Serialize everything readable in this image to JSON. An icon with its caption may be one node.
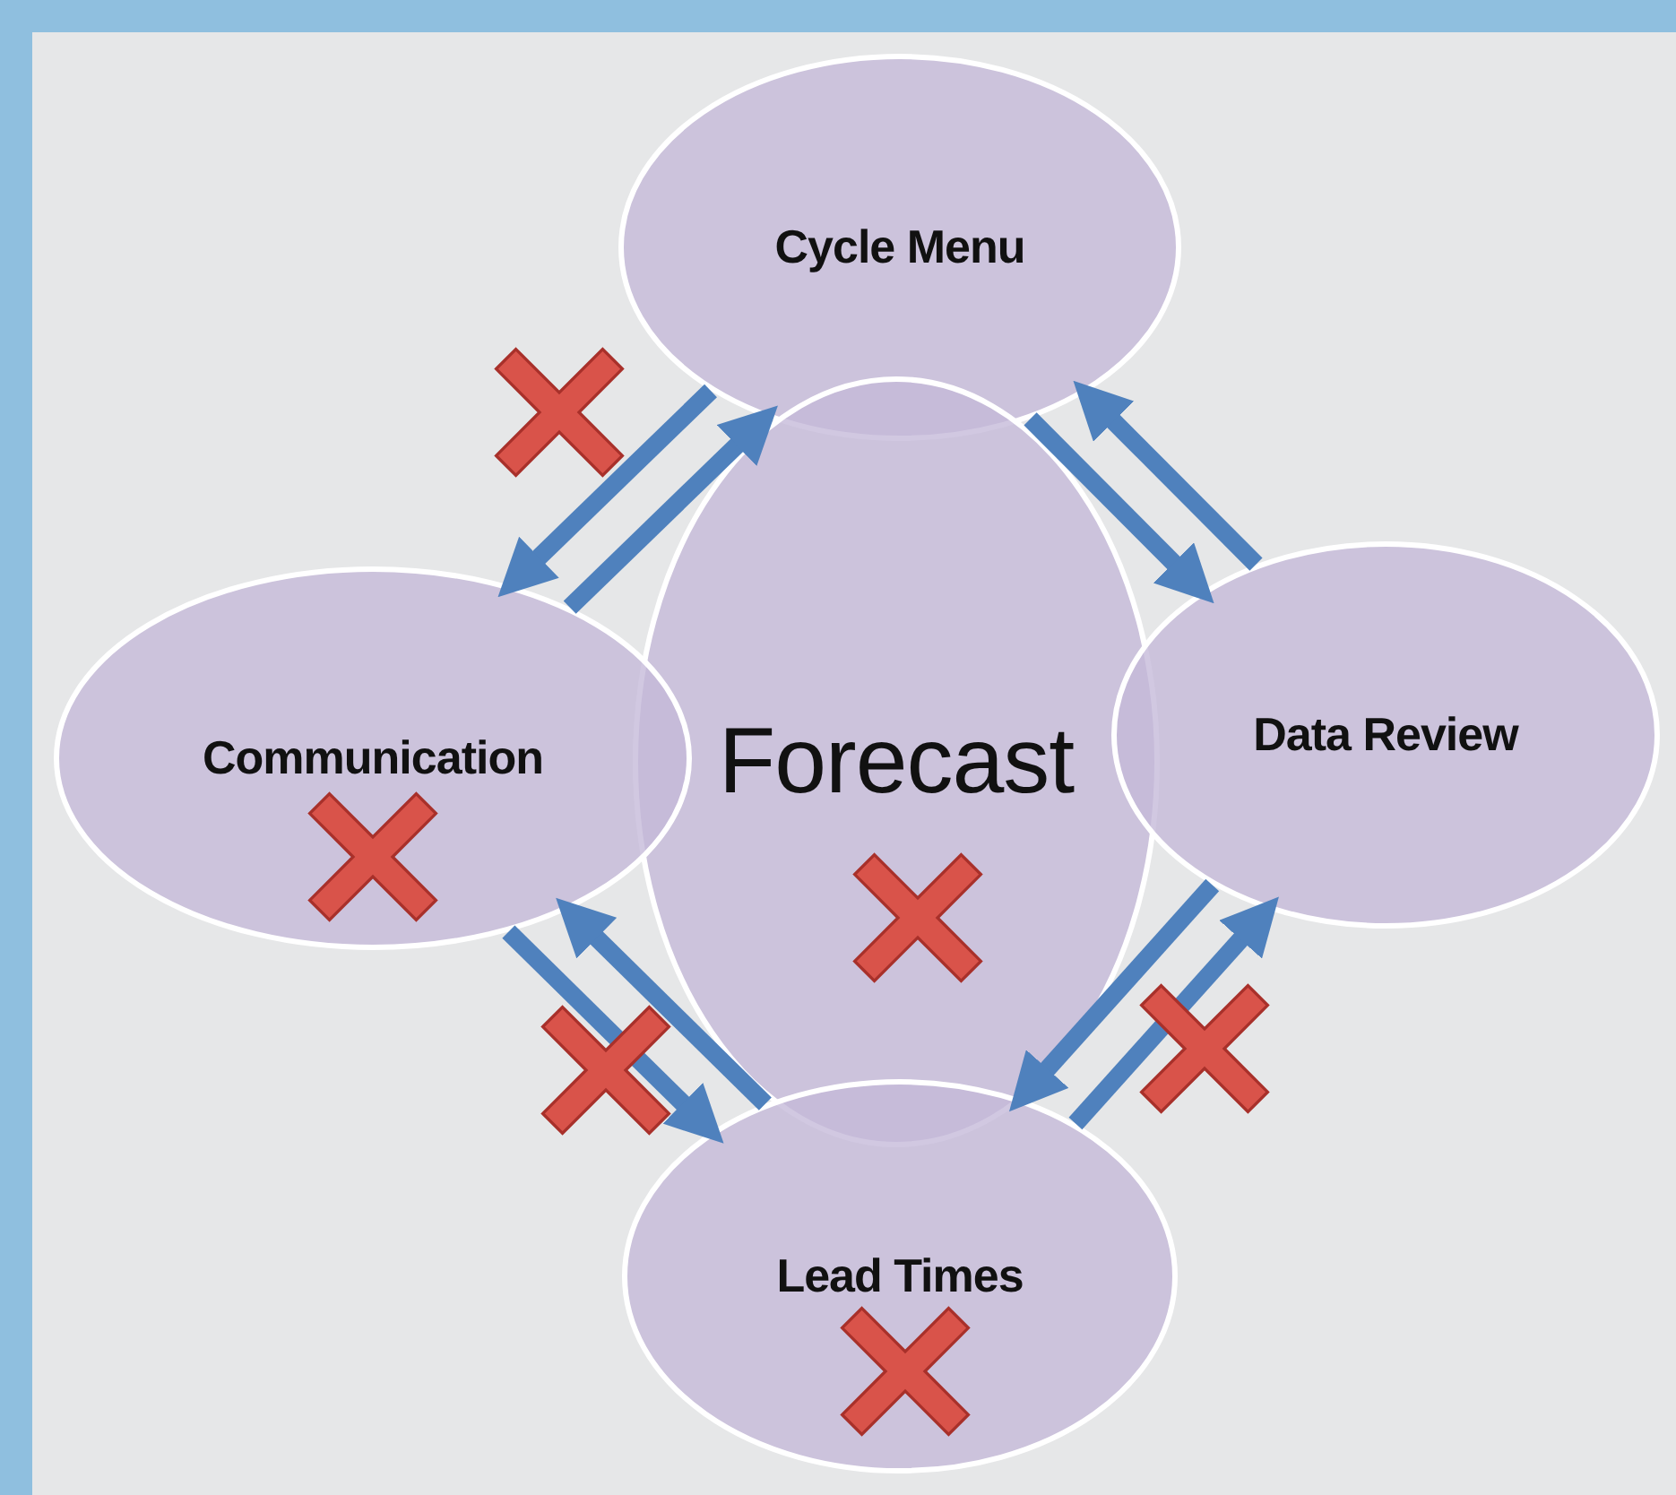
{
  "diagram": {
    "nodes": [
      {
        "text": [
          "Cycle Menu"
        ]
      },
      {
        "text": [
          "Communication"
        ]
      },
      {
        "text": [
          "Forecast"
        ]
      },
      {
        "text": [
          "Data Review"
        ]
      },
      {
        "text": [
          "Lead Times"
        ]
      }
    ],
    "edges": [
      {
        "from": 0,
        "to": 3,
        "arrow": "to"
      },
      {
        "from": 3,
        "to": 0,
        "arrow": "to"
      },
      {
        "from": 3,
        "to": 4,
        "arrow": "to"
      },
      {
        "from": 4,
        "to": 3,
        "arrow": "to"
      },
      {
        "from": 4,
        "to": 1,
        "arrow": "to"
      },
      {
        "from": 1,
        "to": 4,
        "arrow": "to"
      },
      {
        "from": 1,
        "to": 0,
        "arrow": "to"
      },
      {
        "from": 0,
        "to": 1,
        "arrow": "to"
      }
    ]
  }
}
